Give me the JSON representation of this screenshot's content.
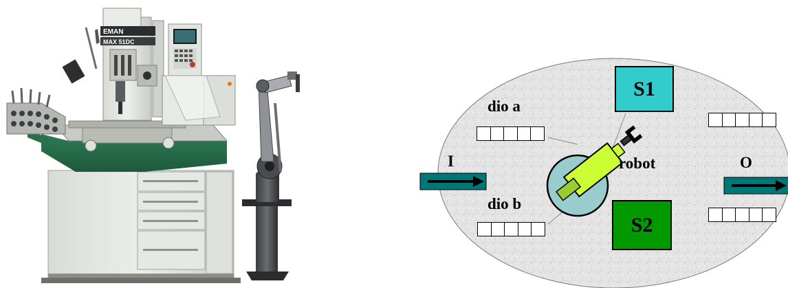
{
  "machine_photo": {
    "brand_text": "EMAN",
    "model_text": "MAX 51DC"
  },
  "diagram": {
    "station_s1": {
      "label": "S1",
      "color": "#33CCCC"
    },
    "station_s2": {
      "label": "S2",
      "color": "#009900"
    },
    "robot_label": "robot",
    "dio_a_label": "dio a",
    "dio_b_label": "dio b",
    "input_label": "I",
    "output_label": "O",
    "arrow_color": "#007777",
    "robot_base_color": "#99CCCC",
    "robot_arm_color": "#CCFF33",
    "buffers": {
      "dio_a_slots": 5,
      "dio_b_slots": 5,
      "output_top_slots": 5,
      "output_bottom_slots": 5
    }
  }
}
